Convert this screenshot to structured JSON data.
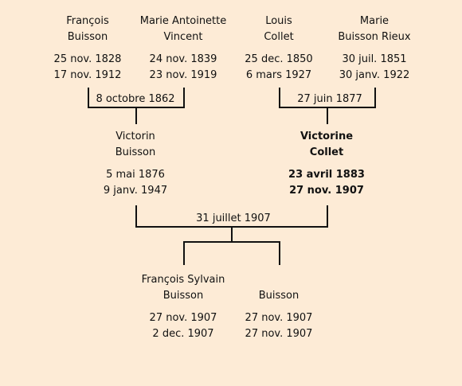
{
  "people": {
    "francois_buisson": {
      "first": "François",
      "last": "Buisson",
      "birth": "25 nov. 1828",
      "death": "17 nov. 1912"
    },
    "marie_antoinette_vincent": {
      "first": "Marie Antoinette",
      "last": "Vincent",
      "birth": "24 nov. 1839",
      "death": "23 nov. 1919"
    },
    "louis_collet": {
      "first": "Louis",
      "last": "Collet",
      "birth": "25 dec. 1850",
      "death": "6 mars 1927"
    },
    "marie_buisson_rieux": {
      "first": "Marie",
      "last": "Buisson Rieux",
      "birth": "30 juil. 1851",
      "death": "30 janv. 1922"
    },
    "victorin_buisson": {
      "first": "Victorin",
      "last": "Buisson",
      "birth": "5 mai 1876",
      "death": "9 janv. 1947"
    },
    "victorine_collet": {
      "first": "Victorine",
      "last": "Collet",
      "birth": "23 avril 1883",
      "death": "27 nov. 1907"
    },
    "francois_sylvain_buisson": {
      "first": "François Sylvain",
      "last": "Buisson",
      "birth": "27 nov. 1907",
      "death": "2 dec. 1907"
    },
    "buisson_child": {
      "first": "",
      "last": "Buisson",
      "birth": "27 nov. 1907",
      "death": "27 nov. 1907"
    }
  },
  "marriages": {
    "buisson_vincent": "8 octobre 1862",
    "collet_rieux": "27 juin 1877",
    "buisson_collet": "31 juillet 1907"
  }
}
